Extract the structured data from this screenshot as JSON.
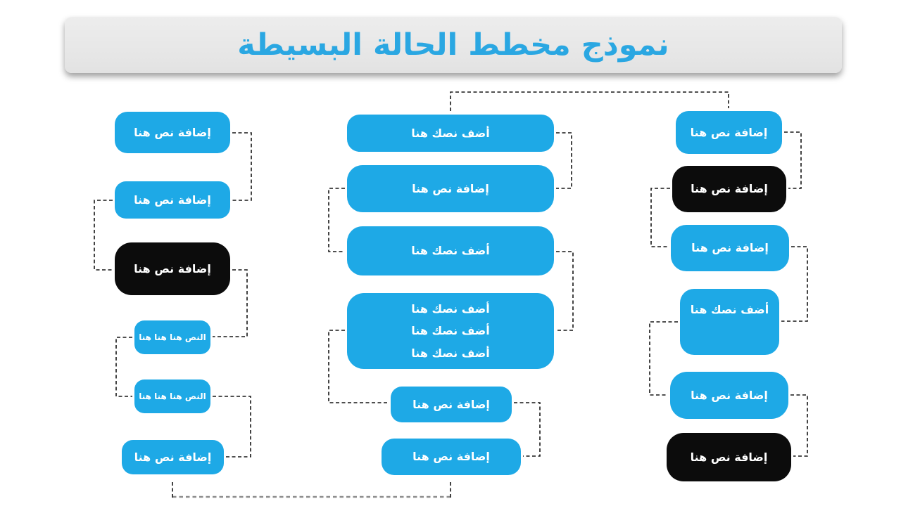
{
  "title": {
    "text": "نموذج مخطط الحالة البسيطة"
  },
  "colors": {
    "accent_blue": "#1ea9e6",
    "box_black": "#0c0c0c",
    "banner_gray": "#e9e9e9",
    "title_blue": "#2aa7e2",
    "connector_dark": "#161616",
    "connector_gray": "#8d8d8d"
  },
  "boxes": {
    "l1": {
      "label": "إضافة نص هنا",
      "variant": "blue"
    },
    "l2": {
      "label": "إضافة نص هنا",
      "variant": "blue"
    },
    "l3": {
      "label": "إضافة نص هنا",
      "variant": "black"
    },
    "l4": {
      "label": "النص هنا هنا هنا",
      "variant": "blue-small"
    },
    "l5": {
      "label": "النص هنا هنا هنا",
      "variant": "blue-small"
    },
    "l6": {
      "label": "إضافة نص هنا",
      "variant": "blue"
    },
    "m1": {
      "label": "أضف نصك هنا",
      "variant": "blue"
    },
    "m2": {
      "label": "إضافة نص هنا",
      "variant": "blue"
    },
    "m3": {
      "label": "أضف نصك هنا",
      "variant": "blue"
    },
    "m4": {
      "lines": [
        "أضف نصك هنا",
        "أضف نصك هنا",
        "أضف نصك هنا"
      ],
      "variant": "blue"
    },
    "m5": {
      "label": "إضافة نص هنا",
      "variant": "blue"
    },
    "m6": {
      "label": "إضافة نص هنا",
      "variant": "blue"
    },
    "r1": {
      "label": "إضافة نص هنا",
      "variant": "blue"
    },
    "r2": {
      "label": "إضافة نص هنا",
      "variant": "black"
    },
    "r3": {
      "label": "إضافة نص هنا",
      "variant": "blue"
    },
    "r4": {
      "label": "أضف نصك هنا",
      "variant": "blue"
    },
    "r5": {
      "label": "إضافة نص هنا",
      "variant": "blue"
    },
    "r6": {
      "label": "إضافة نص هنا",
      "variant": "black"
    }
  }
}
